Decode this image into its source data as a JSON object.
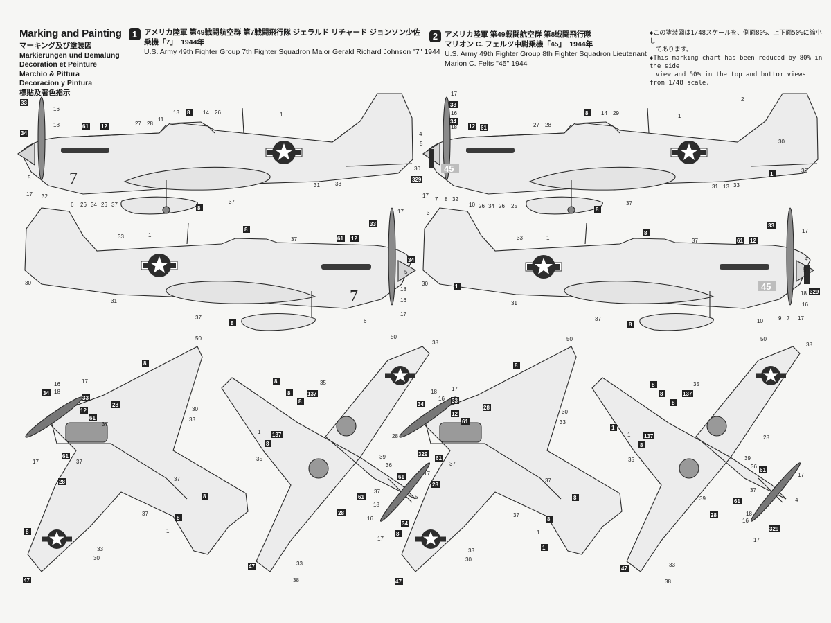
{
  "header": {
    "title": "Marking and Painting",
    "languages": [
      "マーキング及び塗装図",
      "Markierungen und Bemalung",
      "Decoration et Peinture",
      "Marchio & Pittura",
      "Decoracion y Pintura",
      "標貼及著色指示"
    ]
  },
  "schemes": [
    {
      "badge": "1",
      "jp_line1": "アメリカ陸軍 第49戦闘航空群 第7戦闘飛行隊 ジェラルド リチャード ジョンソン少佐",
      "jp_line2": "乗機「7」　1944年",
      "en_line1": "U.S. Army 49th Fighter Group 7th Fighter Squadron Major Gerald Richard Johnson \"7\" 1944",
      "en_line2": "",
      "fuselage_code": "7"
    },
    {
      "badge": "2",
      "jp_line1": "アメリカ陸軍 第49戦闘航空群 第8戦闘飛行隊",
      "jp_line2": "マリオン C. フェルツ中尉乗機「45」　1944年",
      "en_line1": "U.S. Army 49th Fighter Group 8th Fighter Squadron Lieutenant",
      "en_line2": "Marion C. Felts \"45\" 1944",
      "fuselage_code": "45"
    }
  ],
  "note": {
    "jp1": "◆この塗装図は1/48スケールを、側面80%、上下面50%に縮小し",
    "jp2": "　てあります。",
    "en1": "◆This marking chart has been reduced by 80% in the side",
    "en2": "　view and 50% in the top and bottom views from 1/48 scale."
  },
  "callouts": {
    "c1": "1",
    "c2": "2",
    "c3": "3",
    "c4": "4",
    "c5": "5",
    "c6": "6",
    "c7": "7",
    "c8": "8",
    "c9": "9",
    "c10": "10",
    "c11": "11",
    "c12": "12",
    "c13": "13",
    "c14": "14",
    "c16": "16",
    "c17": "17",
    "c18": "18",
    "c25": "25",
    "c26": "26",
    "c27": "27",
    "c28": "28",
    "c29": "29",
    "c30": "30",
    "c31": "31",
    "c32": "32",
    "c33": "33",
    "c34": "34",
    "c35": "35",
    "c36": "36",
    "c37": "37",
    "c38": "38",
    "c39": "39",
    "c47": "47",
    "c50": "50",
    "c61": "61",
    "c137": "137",
    "c329": "329"
  }
}
